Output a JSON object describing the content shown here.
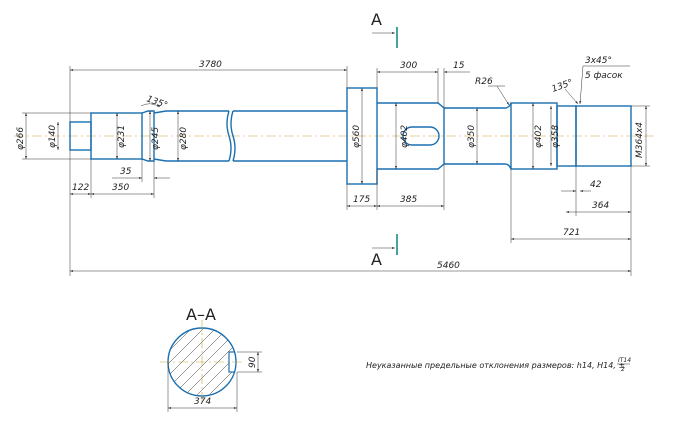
{
  "section_marks": {
    "top": "A",
    "bottom": "A"
  },
  "section_title": "A–A",
  "dimensions": {
    "total_length": "5460",
    "to_flange": "3780",
    "d266": "φ266",
    "d140": "φ140",
    "d231": "φ231",
    "d245": "φ245",
    "d280": "φ280",
    "d560": "φ560",
    "d402_a": "φ402",
    "d350": "φ350",
    "d402_b": "φ402",
    "d358": "φ358",
    "thread": "M364x4",
    "len_122": "122",
    "len_350": "350",
    "len_35": "35",
    "angle_135_a": "135°",
    "angle_135_b": "135°",
    "len_175": "175",
    "len_385": "385",
    "len_300": "300",
    "len_15": "15",
    "radius_26": "R26",
    "chamfer": "3x45°",
    "chamfer_note": "5 фасок",
    "len_42": "42",
    "len_364": "364",
    "len_721": "721",
    "key_90": "90",
    "sec_374": "374"
  },
  "note": "Неуказанные предельные отклонения размеров: h14, H14, ±",
  "note_fraction": {
    "numerator": "IT14",
    "denominator": "2"
  }
}
